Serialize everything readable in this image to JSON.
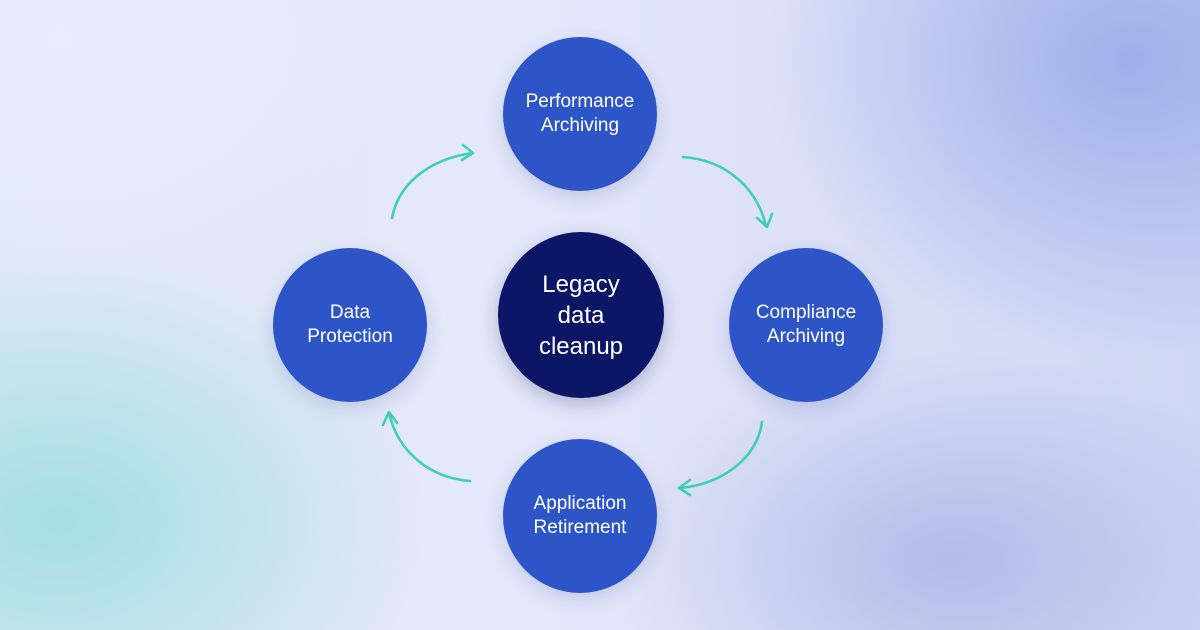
{
  "diagram": {
    "center": {
      "label": "Legacy\ndata\ncleanup"
    },
    "nodes": {
      "top": {
        "label": "Performance\nArchiving"
      },
      "right": {
        "label": "Compliance\nArchiving"
      },
      "bottom": {
        "label": "Application\nRetirement"
      },
      "left": {
        "label": "Data\nProtection"
      }
    },
    "colors": {
      "outer_node": "#2e55c8",
      "center_node": "#0b1766",
      "arrow": "#3ecfb6",
      "text": "#ffffff"
    },
    "cycle_direction": "clockwise"
  }
}
